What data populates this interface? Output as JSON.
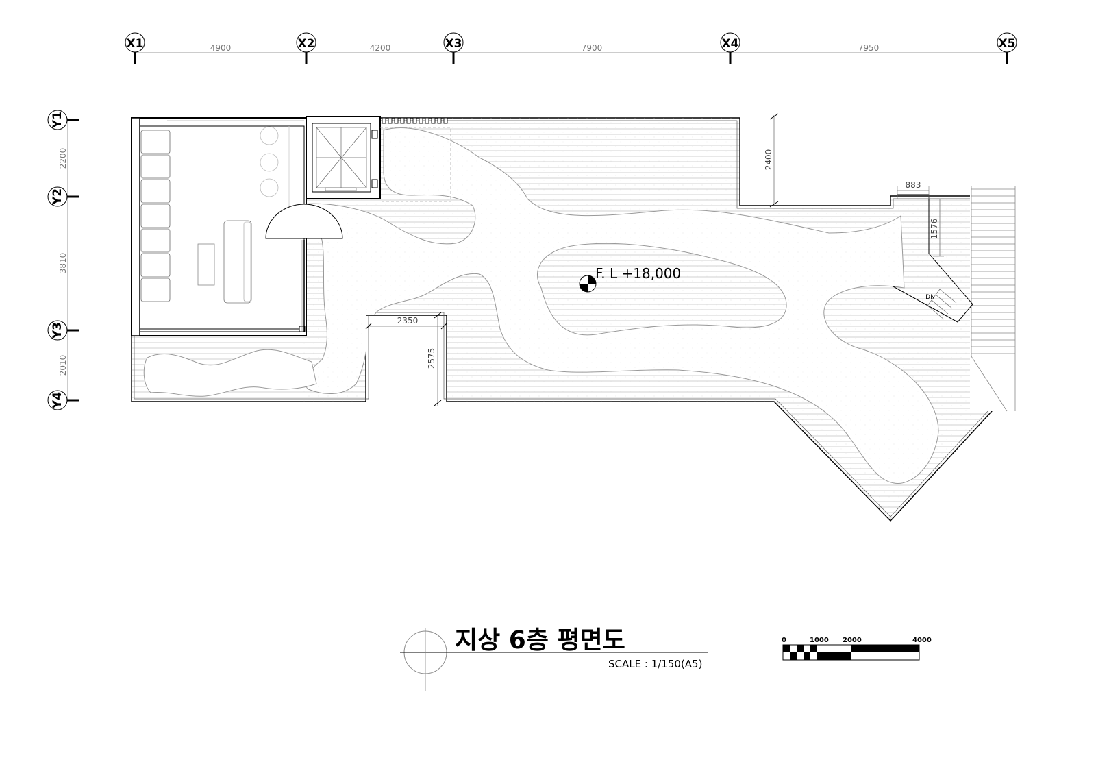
{
  "grid": {
    "x_axes": [
      "X1",
      "X2",
      "X3",
      "X4",
      "X5"
    ],
    "x_dimensions": [
      "4900",
      "4200",
      "7900",
      "7950"
    ],
    "y_axes": [
      "Y1",
      "Y2",
      "Y3",
      "Y4"
    ],
    "y_dimensions": [
      "2200",
      "3810",
      "2010"
    ]
  },
  "dimensions": {
    "roof_notch_height": "2400",
    "stair_width": "883",
    "stair_depth": "1576",
    "court_width": "2350",
    "court_depth": "2575"
  },
  "labels": {
    "floor_level": "F. L +18,000",
    "stair_down": "DN"
  },
  "title_block": {
    "title": "지상 6층 평면도",
    "scale": "SCALE : 1/150(A5)"
  },
  "scale_bar": {
    "ticks": [
      "0",
      "1000",
      "2000",
      "4000"
    ]
  },
  "colors": {
    "line": "#000000",
    "hatch": "#bdbdbd",
    "dimension": "#777777"
  }
}
